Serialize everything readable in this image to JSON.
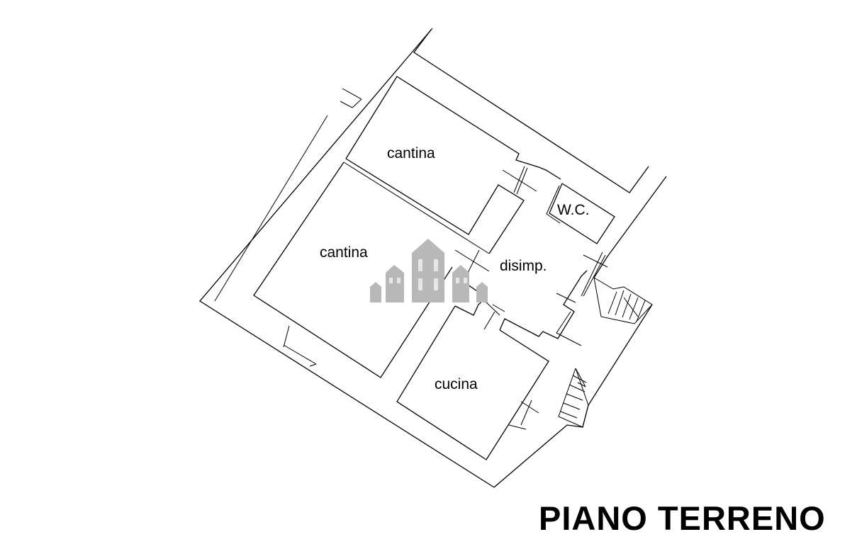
{
  "plan": {
    "title": "PIANO TERRENO",
    "rooms": [
      {
        "label": "cantina"
      },
      {
        "label": "cantina"
      },
      {
        "label": "disimp."
      },
      {
        "label": "W.C."
      },
      {
        "label": "cucina"
      }
    ]
  },
  "colors": {
    "lines": "#000000",
    "watermark": "#b8b8b8"
  }
}
